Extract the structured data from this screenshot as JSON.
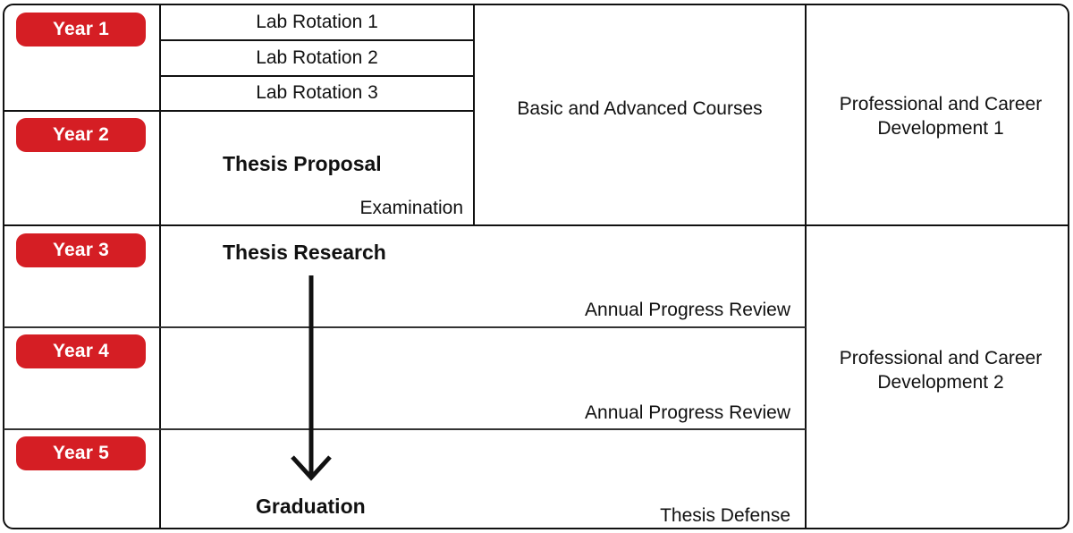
{
  "years": [
    "Year 1",
    "Year 2",
    "Year 3",
    "Year 4",
    "Year 5"
  ],
  "rotations": [
    "Lab Rotation 1",
    "Lab Rotation 2",
    "Lab Rotation 3"
  ],
  "courses": "Basic and Advanced Courses",
  "career_development": [
    "Professional and Career Development 1",
    "Professional and Career Development 2"
  ],
  "thesis_proposal": {
    "title": "Thesis Proposal",
    "examination": "Examination"
  },
  "thesis_research": "Thesis Research",
  "annual_reviews": [
    "Annual Progress Review",
    "Annual Progress Review"
  ],
  "graduation": "Graduation",
  "thesis_defense": "Thesis Defense",
  "colors": {
    "pill": "#d51e24",
    "pill_text": "#ffffff",
    "lines": "#111111"
  }
}
